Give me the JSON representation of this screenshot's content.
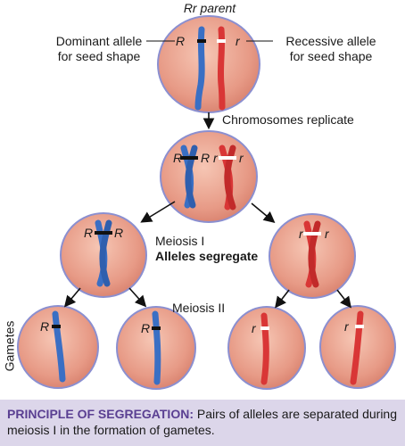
{
  "labels": {
    "parent": "Rr parent",
    "dominant_line1": "Dominant allele",
    "dominant_line2": "for seed shape",
    "recessive_line1": "Recessive allele",
    "recessive_line2": "for seed shape",
    "replicate": "Chromosomes replicate",
    "meiosis1": "Meiosis I",
    "segregate": "Alleles segregate",
    "meiosis2": "Meiosis II",
    "gametes": "Gametes"
  },
  "alleles": {
    "dominant": "R",
    "recessive": "r"
  },
  "principle": {
    "heading": "PRINCIPLE OF SEGREGATION:",
    "text": " Pairs of alleles are separated during meiosis I in the formation of gametes."
  },
  "colors": {
    "cell_fill": "#e79a86",
    "cell_border": "#8b8fd0",
    "dominant_chromosome": "#3a6fc4",
    "recessive_chromosome": "#d93636",
    "box_fill": "#dcd6ea",
    "heading": "#5a3f92"
  }
}
